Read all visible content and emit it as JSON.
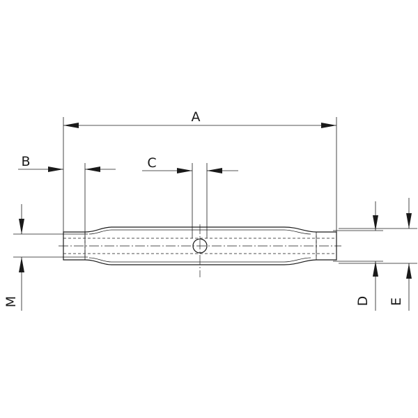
{
  "drawing": {
    "labels": {
      "a": "A",
      "b": "B",
      "c": "C",
      "d": "D",
      "e": "E",
      "m": "M"
    }
  }
}
